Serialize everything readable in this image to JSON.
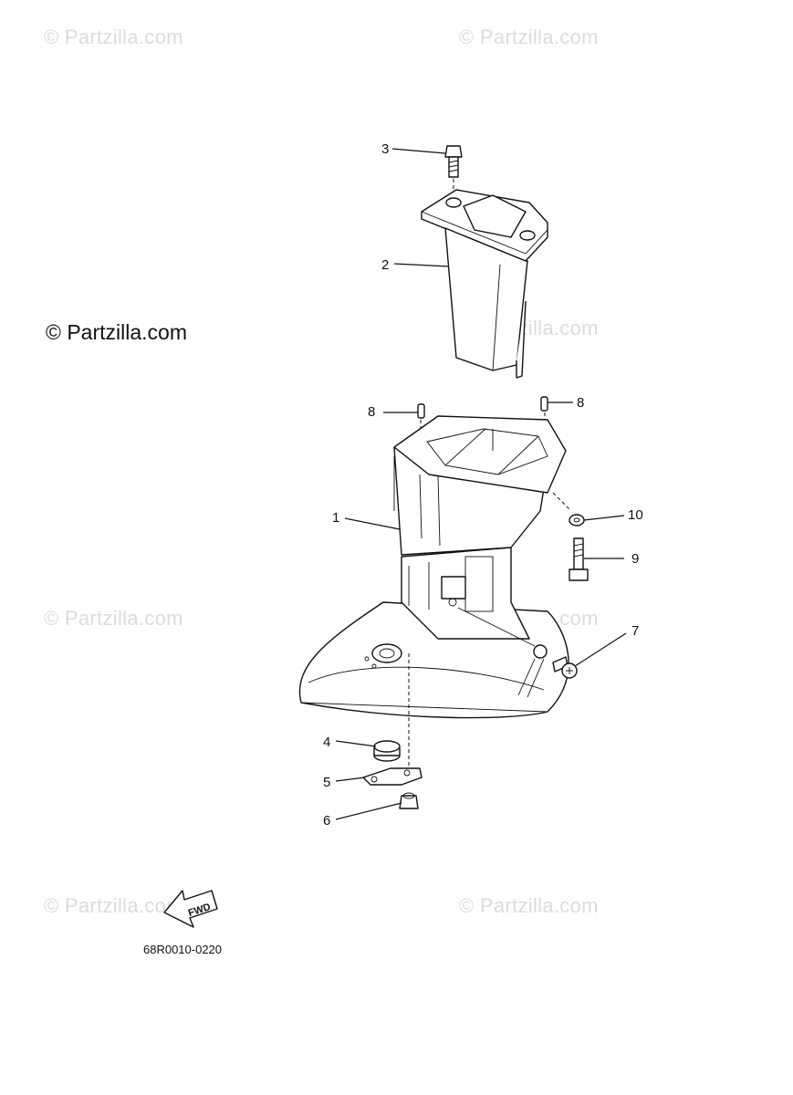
{
  "watermarks": {
    "faint": "© Partzilla.com",
    "main": "© Partzilla.com"
  },
  "diagram_code": "68R0010-0220",
  "fwd_label": "FWD",
  "callouts": {
    "c1": "1",
    "c2": "2",
    "c3": "3",
    "c4": "4",
    "c5": "5",
    "c6": "6",
    "c7": "7",
    "c8a": "8",
    "c8b": "8",
    "c9": "9",
    "c10": "10"
  }
}
